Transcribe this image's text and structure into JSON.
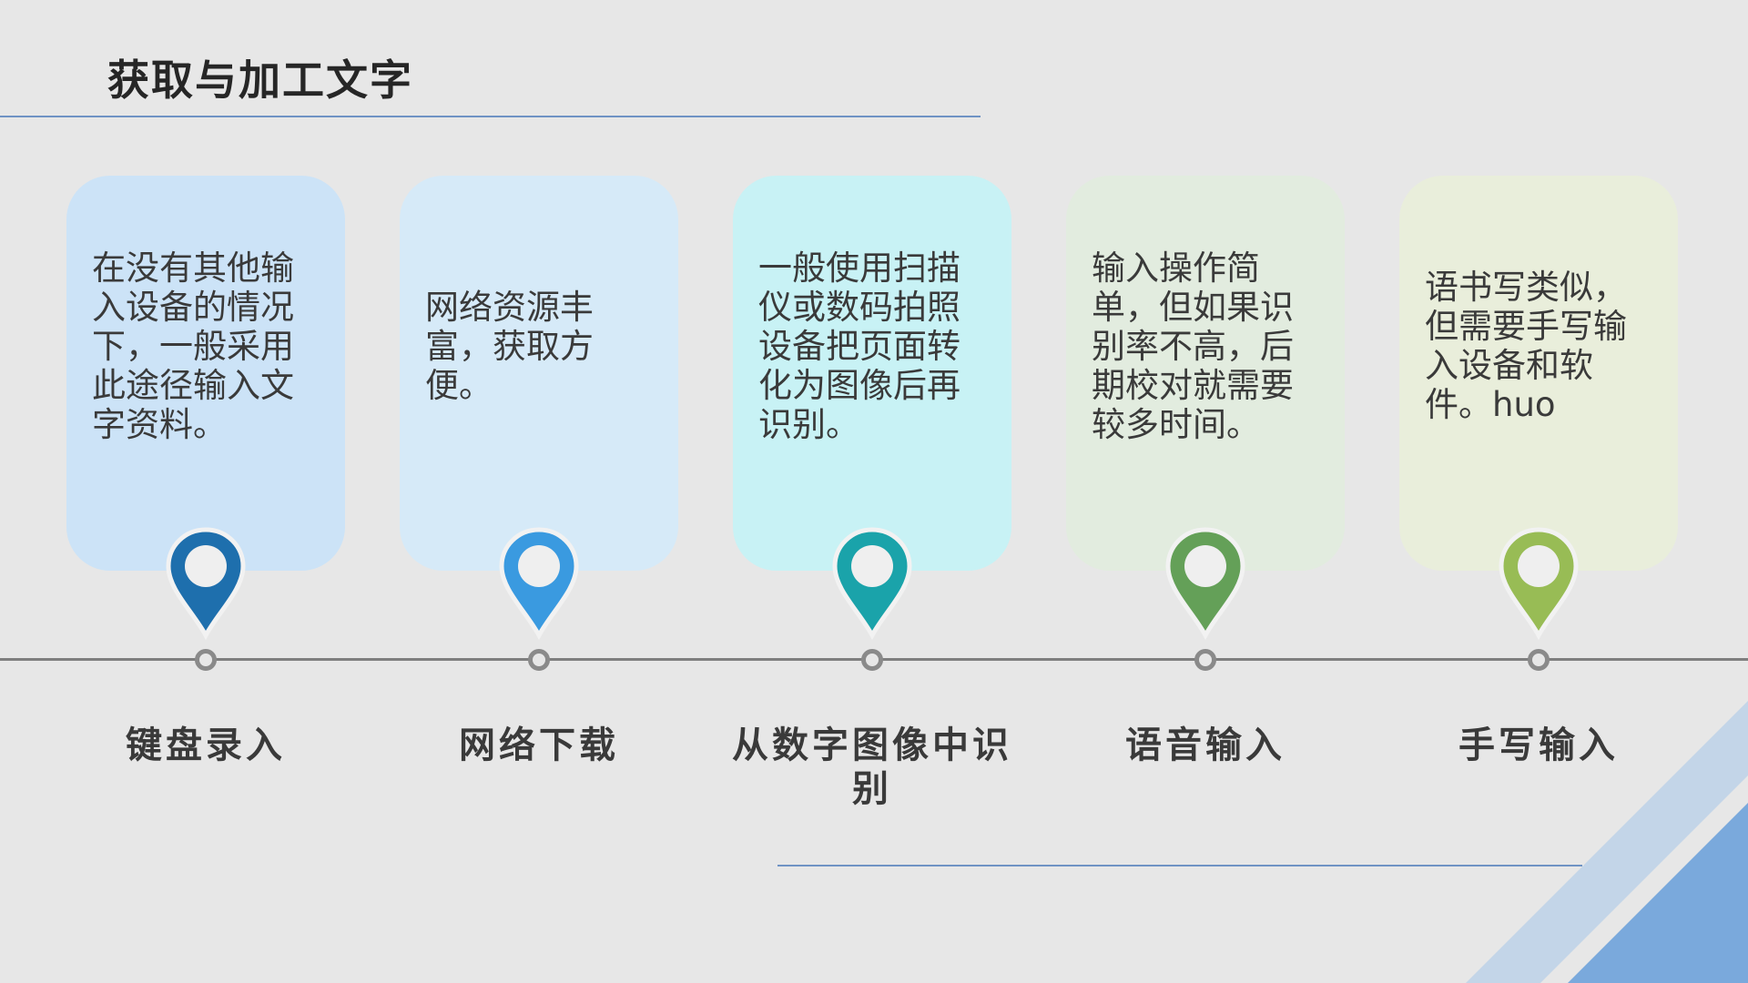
{
  "slide": {
    "title": "获取与加工文字"
  },
  "items": [
    {
      "description": "在没有其他输入设备的情况下，一般采用此途径输入文字资料。",
      "label": "键盘录入",
      "card_color": "#cce3f7",
      "pin_color": "#1e6fad",
      "pin-icon": "map-pin-icon"
    },
    {
      "description": "网络资源丰富，获取方便。",
      "label": "网络下载",
      "card_color": "#d6eaf8",
      "pin_color": "#3a9ae0",
      "pin-icon": "map-pin-icon"
    },
    {
      "description": "一般使用扫描仪或数码拍照设备把页面转化为图像后再识别。",
      "label": "从数字图像中识别",
      "card_color": "#c8f2f5",
      "pin_color": "#1aa3aa",
      "pin-icon": "map-pin-icon"
    },
    {
      "description": "输入操作简单，但如果识别率不高，后期校对就需要较多时间。",
      "label": "语音输入",
      "card_color": "#e2ecdf",
      "pin_color": "#64a058",
      "pin-icon": "map-pin-icon"
    },
    {
      "description": "语书写类似，但需要手写输入设备和软件。huo",
      "label": "手写输入",
      "card_color": "#e9eedb",
      "pin_color": "#98bc55",
      "pin-icon": "map-pin-icon"
    }
  ],
  "colors": {
    "accent_line": "#6f93c4",
    "corner_dark": "#7aa9dc",
    "corner_light": "#c3d5e8"
  }
}
